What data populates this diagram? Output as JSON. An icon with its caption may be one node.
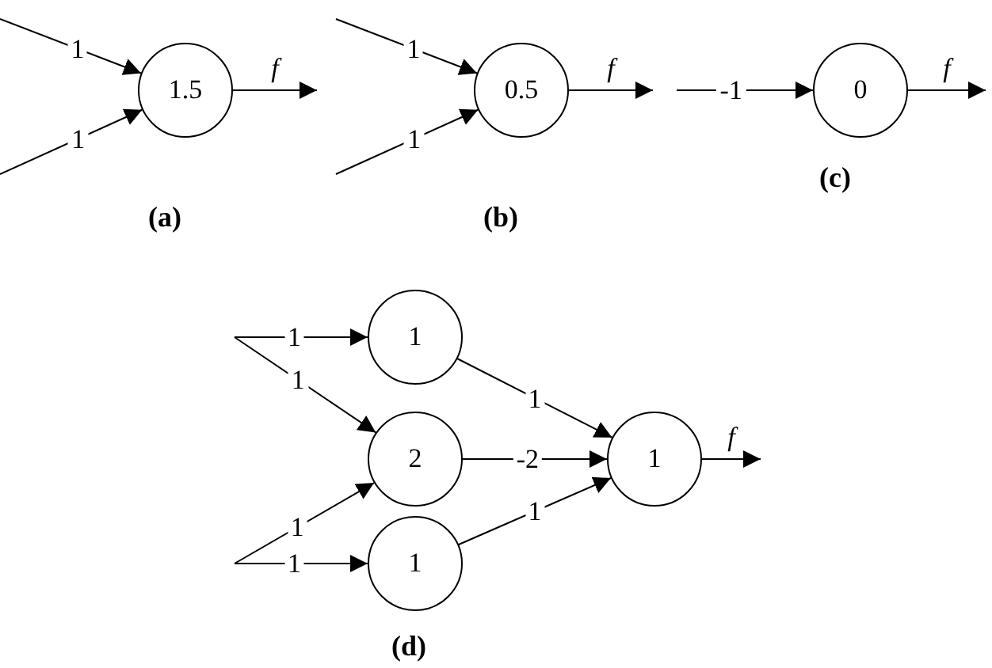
{
  "diagram": {
    "nodes": [
      {
        "text": [
          "1.5"
        ]
      },
      {
        "text": [
          "0.5"
        ]
      },
      {
        "text": [
          "0"
        ]
      },
      {
        "text": [
          "1"
        ]
      },
      {
        "text": [
          "2"
        ]
      },
      {
        "text": [
          "1"
        ]
      },
      {
        "text": [
          "1"
        ]
      }
    ],
    "edges": [
      {
        "from": null,
        "to": 0,
        "arrow": "to",
        "label": "1"
      },
      {
        "from": null,
        "to": 0,
        "arrow": "to",
        "label": "1"
      },
      {
        "from": 0,
        "to": null,
        "arrow": "to",
        "label": "f"
      },
      {
        "from": null,
        "to": 1,
        "arrow": "to",
        "label": "1"
      },
      {
        "from": null,
        "to": 1,
        "arrow": "to",
        "label": "1"
      },
      {
        "from": 1,
        "to": null,
        "arrow": "to",
        "label": "f"
      },
      {
        "from": null,
        "to": 2,
        "arrow": "to",
        "label": "-1"
      },
      {
        "from": 2,
        "to": null,
        "arrow": "to",
        "label": "f"
      },
      {
        "from": null,
        "to": 3,
        "arrow": "to",
        "label": "1"
      },
      {
        "from": null,
        "to": 4,
        "arrow": "to",
        "label": "1"
      },
      {
        "from": null,
        "to": 4,
        "arrow": "to",
        "label": "1"
      },
      {
        "from": null,
        "to": 5,
        "arrow": "to",
        "label": "1"
      },
      {
        "from": 3,
        "to": 6,
        "arrow": "to",
        "label": "1"
      },
      {
        "from": 4,
        "to": 6,
        "arrow": "to",
        "label": "-2"
      },
      {
        "from": 5,
        "to": 6,
        "arrow": "to",
        "label": "1"
      },
      {
        "from": 6,
        "to": null,
        "arrow": "to",
        "label": "f"
      }
    ],
    "labels": [
      "(a)",
      "(b)",
      "(c)",
      "(d)"
    ]
  }
}
